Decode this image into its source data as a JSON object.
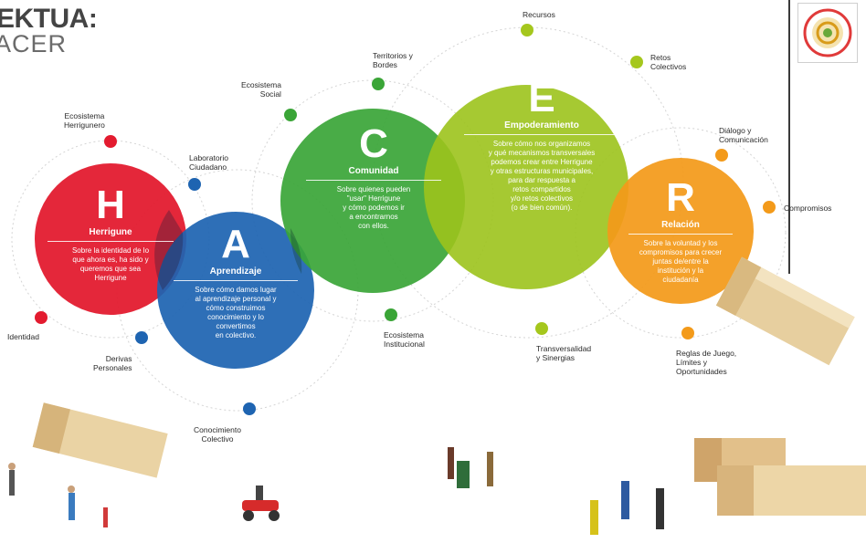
{
  "header": {
    "title_line1": "EKTUA:",
    "title_line2": "ACER"
  },
  "logo": {
    "name": "seal-logo"
  },
  "circles": [
    {
      "id": "H",
      "letter": "H",
      "name": "Herrigune",
      "color": "#e31b2f",
      "description": "Sobre la identidad de lo\nque ahora es, ha sido y\nqueremos que sea\nHerrigune"
    },
    {
      "id": "A",
      "letter": "A",
      "name": "Aprendizaje",
      "color": "#1e64b1",
      "description": "Sobre cómo damos lugar\nal aprendizaje personal y\ncómo construimos\nconocimiento y lo\nconvertimos\nen colectivo."
    },
    {
      "id": "C",
      "letter": "C",
      "name": "Comunidad",
      "color": "#3aa537",
      "description": "Sobre quienes pueden\n\"usar\" Herrigune\ny cómo podemos ir\na encontrarnos\ncon ellos."
    },
    {
      "id": "E",
      "letter": "E",
      "name": "Empoderamiento",
      "color": "#9cc31c",
      "description": "Sobre cómo nos organizamos\ny qué mecanismos transversales\npodemos crear entre Herrigune\ny otras estructuras municipales,\npara dar respuesta a\nretos compartidos\ny/o retos colectivos\n(o de bien común)."
    },
    {
      "id": "R",
      "letter": "R",
      "name": "Relación",
      "color": "#f39a1a",
      "description": "Sobre la voluntad y los\ncompromisos para crecer\njuntas de/entre la\ninstitución y la\nciudadanía"
    }
  ],
  "nodes": {
    "ecosistema_herrigunero": "Ecosistema\nHerrigunero",
    "laboratorio_ciudadano": "Laboratorio\nCiudadano",
    "identidad": "Identidad",
    "derivas_personales": "Derivas\nPersonales",
    "conocimiento_colectivo": "Conocimiento\nColectivo",
    "ecosistema_social": "Ecosistema\nSocial",
    "territorios_bordes": "Territorios y\nBordes",
    "ecosistema_institucional": "Ecosistema\nInstitucional",
    "recursos": "Recursos",
    "retos_colectivos": "Retos\nColectivos",
    "transversalidad": "Transversalidad\ny Sinergias",
    "dialogo": "Diálogo y\nComunicación",
    "compromisos": "Compromisos",
    "reglas": "Reglas de Juego,\nLímites y\nOportunidades"
  },
  "colors": {
    "red": "#e31b2f",
    "blue": "#1e64b1",
    "green": "#3aa537",
    "lime": "#9cc31c",
    "orange": "#f39a1a",
    "ring": "#c9c9c9"
  }
}
